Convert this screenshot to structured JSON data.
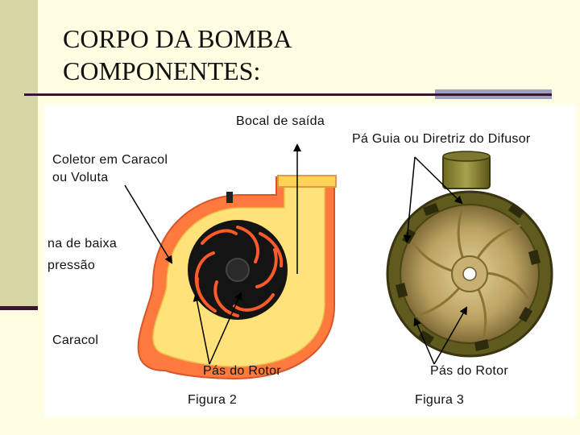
{
  "slide": {
    "title_line1": "CORPO DA BOMBA",
    "title_line2": "COMPONENTES:"
  },
  "figure": {
    "labels": {
      "bocal_saida": "Bocal de saída",
      "pa_guia": "Pá Guia ou Diretriz do Difusor",
      "coletor_line1": "Coletor em Caracol",
      "coletor_line2": "ou Voluta",
      "baixa_line1": "na de baixa",
      "baixa_line2": "pressão",
      "caracol": "Caracol",
      "pas_rotor_left": "Pás do Rotor",
      "pas_rotor_right": "Pás do Rotor",
      "figura2": "Figura 2",
      "figura3": "Figura 3"
    }
  },
  "colors": {
    "background": "#fffde2",
    "accent_bar": "#d7d7a6",
    "rule": "#3a1530",
    "volute_orange": "#ff7a3c",
    "volute_yellow": "#ffe27a",
    "rotor_black": "#141414",
    "diffuser_brass": "#a89048"
  }
}
